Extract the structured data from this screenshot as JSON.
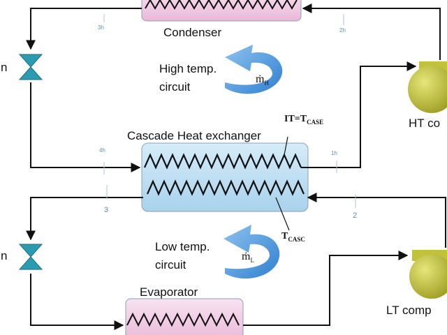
{
  "components": {
    "condenser": "Condenser",
    "cascade_hx": "Cascade Heat exchanger",
    "evaporator": "Evaporator",
    "ht_compressor": "HT co",
    "lt_compressor": "LT comp",
    "expansion_top": "n",
    "expansion_bottom": "n"
  },
  "circuits": {
    "high": {
      "line1": "High temp.",
      "line2": "circuit",
      "flow": "ṁ",
      "flow_sub": "H"
    },
    "low": {
      "line1": "Low temp.",
      "line2": "circuit",
      "flow": "ṁ",
      "flow_sub": "L"
    }
  },
  "annotations": {
    "it": "IT=T",
    "it_sub": "CASE",
    "tcasc": "T",
    "tcasc_sub": "CASC"
  },
  "state_points": {
    "p3h": "3h",
    "p2h": "2h",
    "p4h": "4h",
    "p1h": "1h",
    "p3": "3",
    "p2": "2"
  },
  "colors": {
    "condenser_fill": "#f3d0e6",
    "cascade_fill": "#bfe0f2",
    "evaporator_fill": "#f3d0e6",
    "compressor_fill": "#c2c23a",
    "valve_fill": "#2a9bb0",
    "arrow_fill": "#4a90d9",
    "line": "#111111"
  }
}
